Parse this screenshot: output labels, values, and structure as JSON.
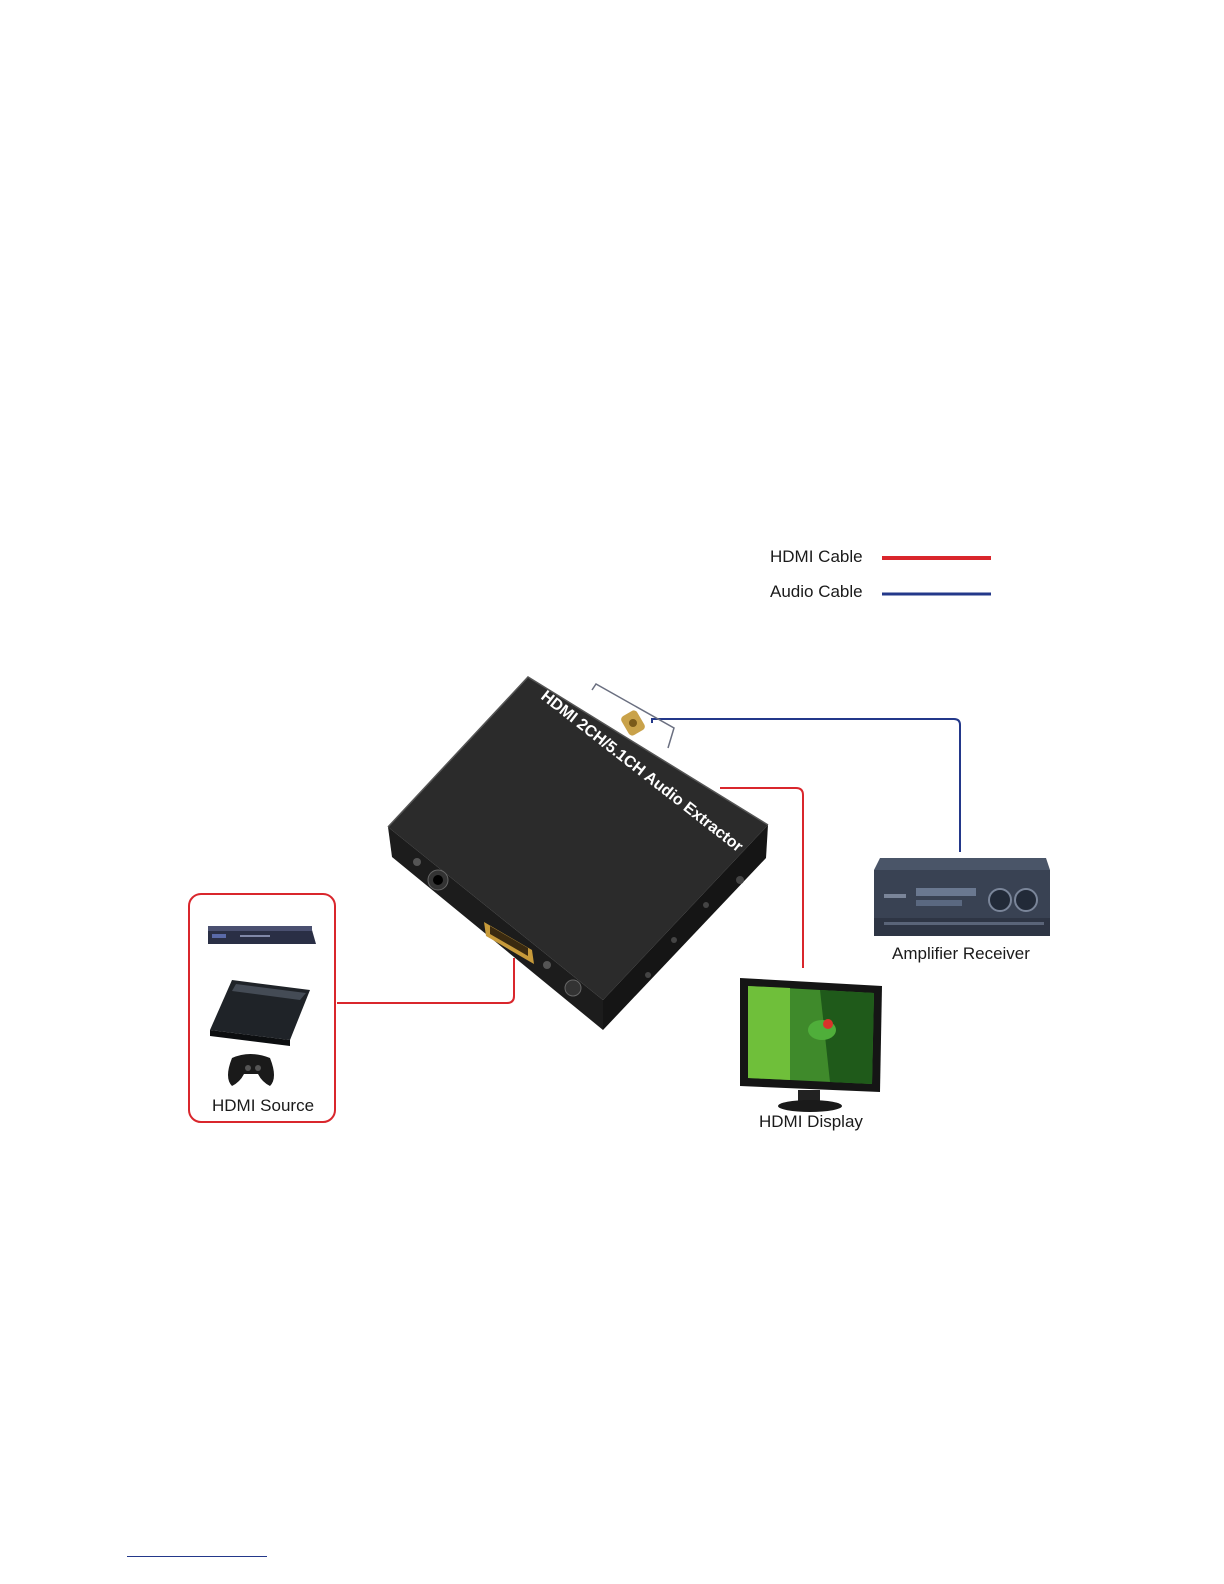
{
  "legend": {
    "hdmi_label": "HDMI Cable",
    "audio_label": "Audio Cable",
    "hdmi_color": "#d9262c",
    "audio_color": "#23388a"
  },
  "device": {
    "title": "HDMI 2CH/5.1CH Audio Extractor",
    "body_color": "#2a2a2a"
  },
  "nodes": {
    "source_label": "HDMI Source",
    "display_label": "HDMI Display",
    "amplifier_label": "Amplifier Receiver"
  },
  "icons": {
    "source_box": "bluray-player-icon",
    "console": "game-console-icon",
    "controller": "gamepad-icon",
    "display": "monitor-icon",
    "amplifier": "amplifier-icon"
  }
}
